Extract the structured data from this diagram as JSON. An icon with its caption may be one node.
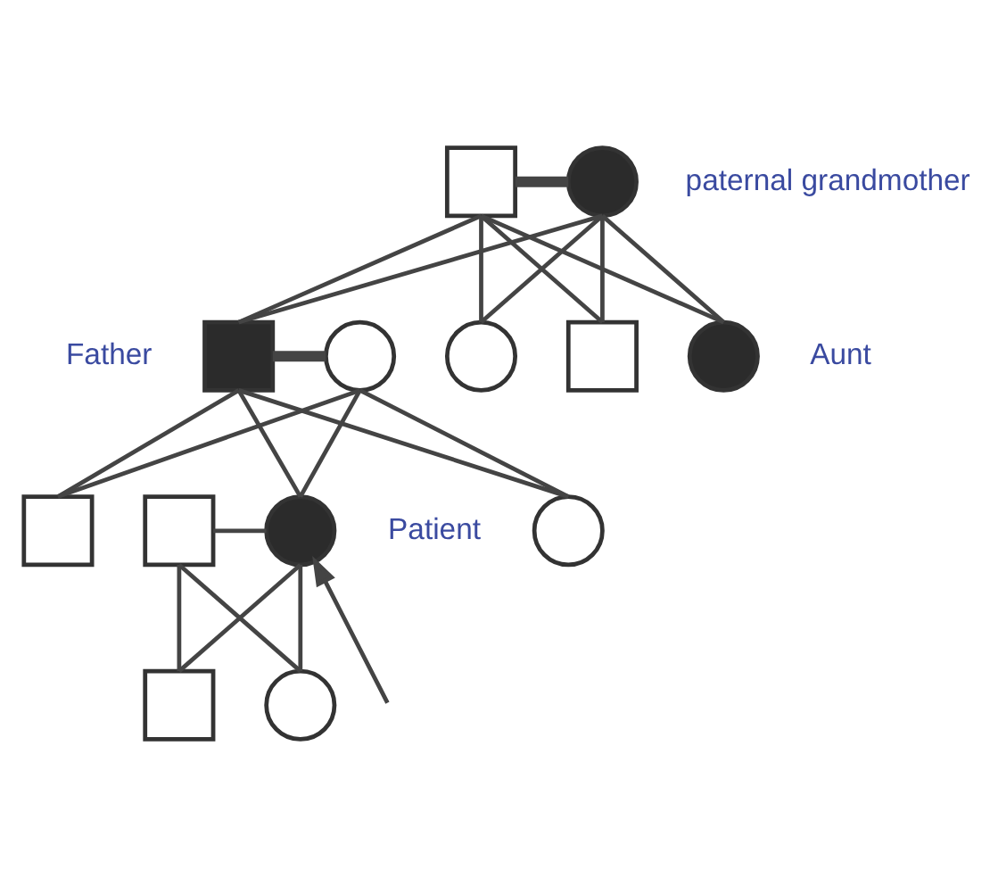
{
  "diagram": {
    "nodes": [
      {
        "text": [],
        "shape": "box"
      },
      {
        "text": [],
        "shape": "circle",
        "beside": [
          "paternal grandmother"
        ]
      },
      {
        "text": [],
        "shape": "box",
        "beside": [
          "Father"
        ]
      },
      {
        "text": [],
        "shape": "circle"
      },
      {
        "text": [],
        "shape": "circle"
      },
      {
        "text": [],
        "shape": "box"
      },
      {
        "text": [],
        "shape": "circle",
        "beside": [
          "Aunt"
        ]
      },
      {
        "text": [],
        "shape": "box"
      },
      {
        "text": [],
        "shape": "box"
      },
      {
        "text": [],
        "shape": "circle",
        "beside": [
          "Patient"
        ]
      },
      {
        "text": [],
        "shape": "circle"
      },
      {
        "text": [],
        "shape": "box"
      },
      {
        "text": [],
        "shape": "circle"
      }
    ],
    "edges": [
      {
        "from": 0,
        "to": 1,
        "arrow": "none",
        "style": "thick"
      },
      {
        "from": 0,
        "to": 2,
        "arrow": "none"
      },
      {
        "from": 1,
        "to": 2,
        "arrow": "none"
      },
      {
        "from": 0,
        "to": 4,
        "arrow": "none"
      },
      {
        "from": 1,
        "to": 4,
        "arrow": "none"
      },
      {
        "from": 0,
        "to": 5,
        "arrow": "none"
      },
      {
        "from": 1,
        "to": 5,
        "arrow": "none"
      },
      {
        "from": 0,
        "to": 6,
        "arrow": "none"
      },
      {
        "from": 1,
        "to": 6,
        "arrow": "none"
      },
      {
        "from": 2,
        "to": 3,
        "arrow": "none",
        "style": "thick"
      },
      {
        "from": 2,
        "to": 7,
        "arrow": "none"
      },
      {
        "from": 3,
        "to": 7,
        "arrow": "none"
      },
      {
        "from": 2,
        "to": 9,
        "arrow": "none"
      },
      {
        "from": 3,
        "to": 9,
        "arrow": "none"
      },
      {
        "from": 2,
        "to": 10,
        "arrow": "none"
      },
      {
        "from": 3,
        "to": 10,
        "arrow": "none"
      },
      {
        "from": 8,
        "to": 9,
        "arrow": "none"
      },
      {
        "from": 8,
        "to": 11,
        "arrow": "none"
      },
      {
        "from": 9,
        "to": 11,
        "arrow": "none"
      },
      {
        "from": 8,
        "to": 12,
        "arrow": "none"
      },
      {
        "from": 9,
        "to": 12,
        "arrow": "none"
      },
      {
        "from": null,
        "to": 9,
        "arrow": "to"
      }
    ]
  }
}
